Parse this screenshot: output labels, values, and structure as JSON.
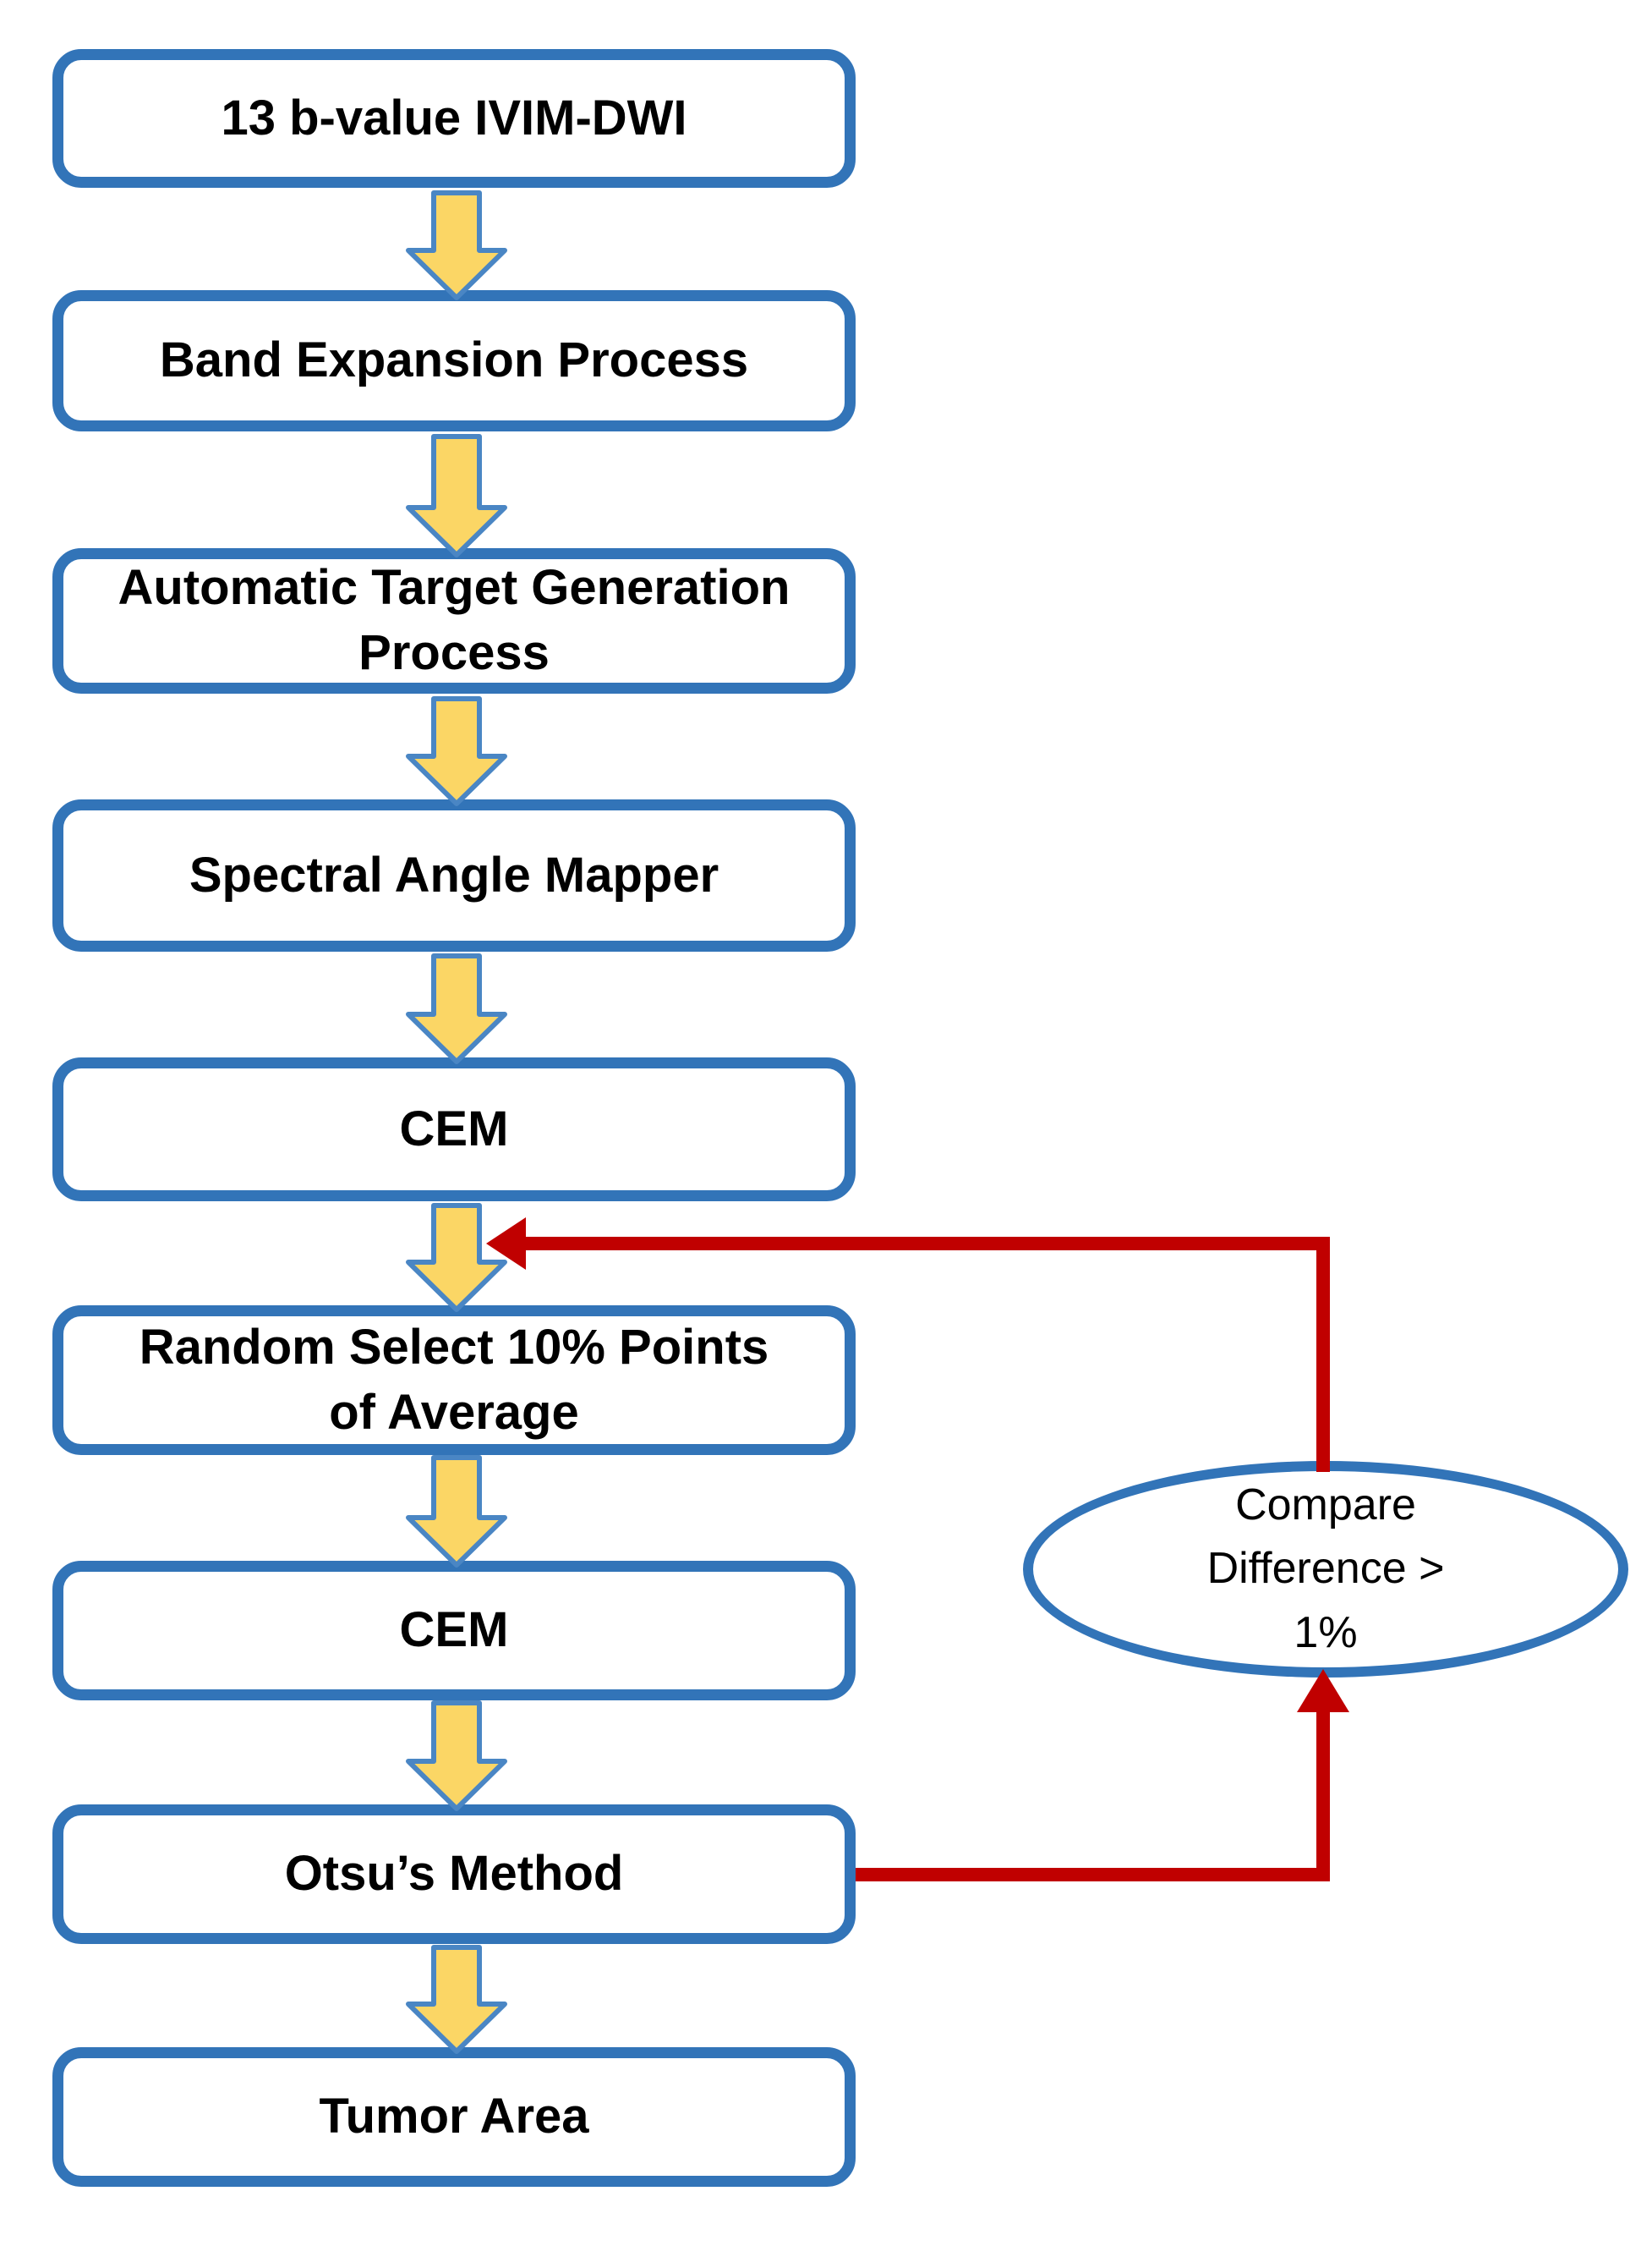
{
  "page": {
    "background": "#ffffff"
  },
  "colors": {
    "box_border": "#3274b8",
    "box_fill": "#ffffff",
    "arrow_fill": "#fbd665",
    "arrow_outline": "#4a86c4",
    "feedback_arrow": "#c00000",
    "label_text": "#000000"
  },
  "flow": {
    "boxes": [
      {
        "label": "13 b-value IVIM-DWI"
      },
      {
        "label": "Band Expansion Process"
      },
      {
        "label": "Automatic Target Generation\nProcess"
      },
      {
        "label": "Spectral Angle Mapper"
      },
      {
        "label": "CEM"
      },
      {
        "label": "Random Select 10% Points\nof Average"
      },
      {
        "label": "CEM"
      },
      {
        "label": "Otsu’s Method"
      },
      {
        "label": "Tumor Area"
      }
    ],
    "decision": {
      "label": "Compare\nDifference >\n1%"
    }
  }
}
